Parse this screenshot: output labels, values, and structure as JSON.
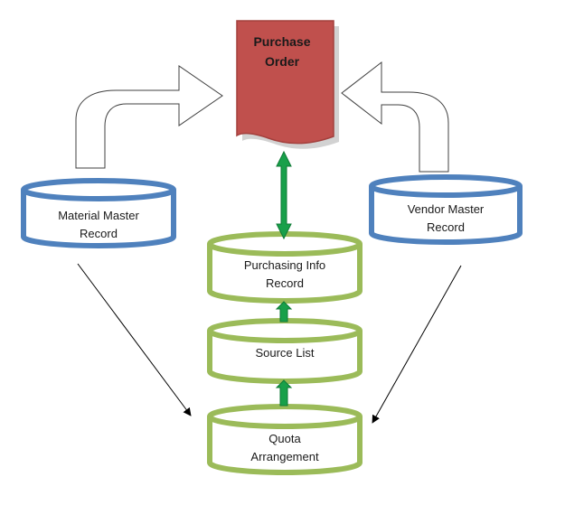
{
  "purchase_order": {
    "line1": "Purchase",
    "line2": "Order",
    "fill": "#c0504d",
    "stroke": "#a3403d"
  },
  "material_master": {
    "line1": "Material Master",
    "line2": "Record"
  },
  "vendor_master": {
    "line1": "Vendor Master",
    "line2": "Record"
  },
  "purchasing_info": {
    "line1": "Purchasing Info",
    "line2": "Record"
  },
  "source_list": {
    "label": "Source List"
  },
  "quota_arrangement": {
    "line1": "Quota",
    "line2": "Arrangement"
  },
  "colors": {
    "blue_cylinder": "#4f81bd",
    "green_cylinder": "#9bbb59",
    "green_arrow": "#18a04a"
  }
}
